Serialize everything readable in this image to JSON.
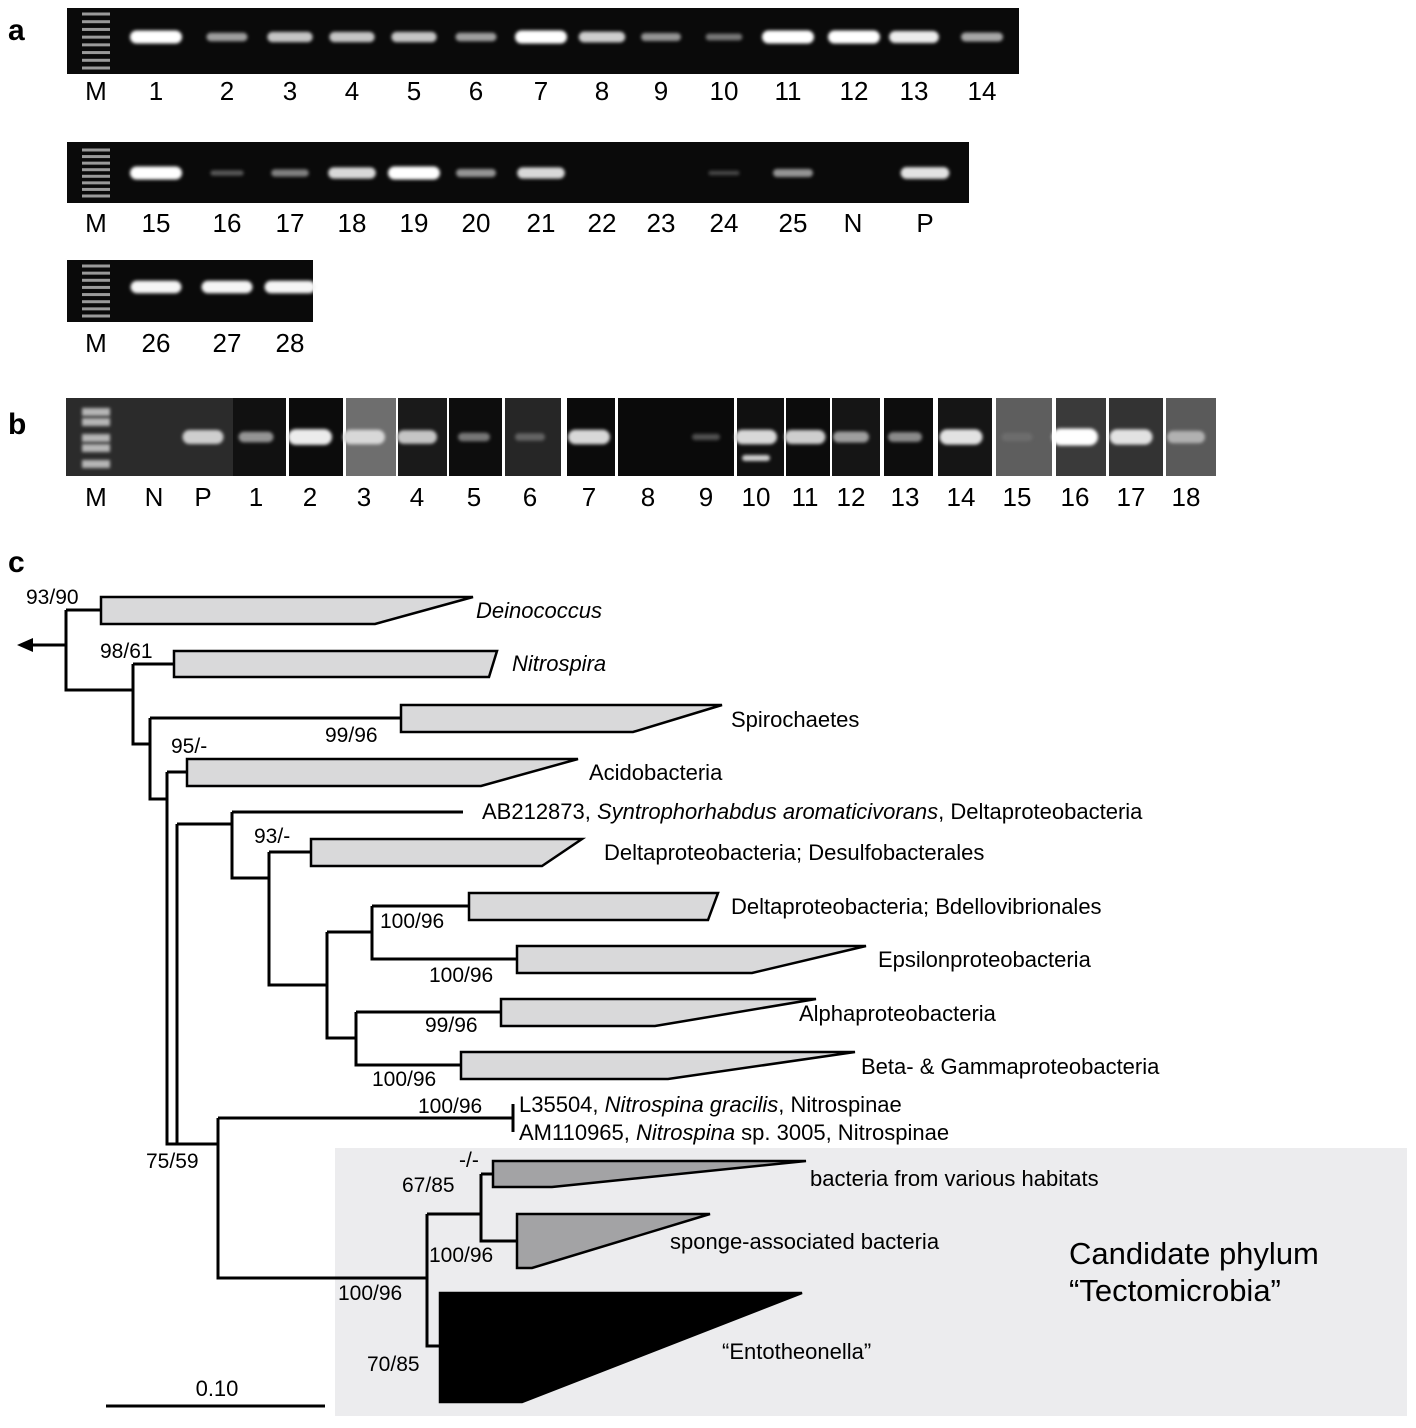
{
  "panels": {
    "a": {
      "label": "a",
      "gels": [
        {
          "lanes": [
            "M",
            "1",
            "2",
            "3",
            "4",
            "5",
            "6",
            "7",
            "8",
            "9",
            "10",
            "11",
            "12",
            "13",
            "14"
          ],
          "band_intensity": [
            null,
            1.0,
            0.5,
            0.7,
            0.7,
            0.7,
            0.5,
            1.0,
            0.75,
            0.45,
            0.3,
            1.0,
            1.0,
            0.9,
            0.55
          ]
        },
        {
          "lanes": [
            "M",
            "15",
            "16",
            "17",
            "18",
            "19",
            "20",
            "21",
            "22",
            "23",
            "24",
            "25",
            "N",
            "P"
          ],
          "band_intensity": [
            null,
            1.0,
            0.15,
            0.35,
            0.8,
            1.0,
            0.45,
            0.8,
            0,
            0,
            0.05,
            0.45,
            0,
            0.85
          ]
        },
        {
          "lanes": [
            "M",
            "26",
            "27",
            "28"
          ],
          "band_intensity": [
            null,
            0.95,
            0.95,
            0.95
          ]
        }
      ]
    },
    "b": {
      "label": "b",
      "lanes": [
        "M",
        "N",
        "P",
        "1",
        "2",
        "3",
        "4",
        "5",
        "6",
        "7",
        "8",
        "9",
        "10",
        "11",
        "12",
        "13",
        "14",
        "15",
        "16",
        "17",
        "18"
      ],
      "band_intensity": [
        null,
        0,
        0.75,
        0.45,
        0.9,
        0.8,
        0.7,
        0.3,
        0.2,
        0.8,
        0,
        0.1,
        0.8,
        0.75,
        0.5,
        0.4,
        0.85,
        0.25,
        1.0,
        0.85,
        0.6
      ]
    },
    "c": {
      "label": "c",
      "clades": [
        {
          "name": "Deinococcus",
          "italic": true
        },
        {
          "name": "Nitrospira",
          "italic": true
        },
        {
          "name": "Spirochaetes",
          "italic": false
        },
        {
          "name": "Acidobacteria",
          "italic": false
        },
        {
          "name": "Deltaproteobacteria; Desulfobacterales",
          "italic": false
        },
        {
          "name": "Deltaproteobacteria; Bdellovibrionales",
          "italic": false
        },
        {
          "name": "Epsilonproteobacteria",
          "italic": false
        },
        {
          "name": "Alphaproteobacteria",
          "italic": false
        },
        {
          "name": "Beta- & Gammaproteobacteria",
          "italic": false
        },
        {
          "name": "bacteria from various habitats",
          "italic": false
        },
        {
          "name": "sponge-associated bacteria",
          "italic": false
        },
        {
          "name": "“Entotheonella”",
          "italic": false
        }
      ],
      "leaves": [
        {
          "acc": "AB212873, ",
          "species": "Syntrophorhabdus aromaticivorans",
          "group": ", Deltaproteobacteria"
        },
        {
          "acc": "L35504, ",
          "species": "Nitrospina gracilis",
          "group": ", Nitrospinae"
        },
        {
          "acc": "AM110965, ",
          "species": "Nitrospina",
          "group": " sp. 3005, Nitrospinae"
        }
      ],
      "bootstrap": [
        "93/90",
        "98/61",
        "99/96",
        "95/-",
        "93/-",
        "100/96",
        "100/96",
        "99/96",
        "100/96",
        "100/96",
        "75/59",
        "-/-",
        "67/85",
        "100/96",
        "100/96",
        "70/85"
      ],
      "candidate_label": [
        "Candidate phylum",
        "“Tectomicrobia”"
      ],
      "scale_label": "0.10",
      "colors": {
        "box": "#ececee",
        "clade_light": "#d9d9da",
        "clade_mid": "#a3a3a5",
        "clade_dark": "#000000"
      }
    }
  }
}
